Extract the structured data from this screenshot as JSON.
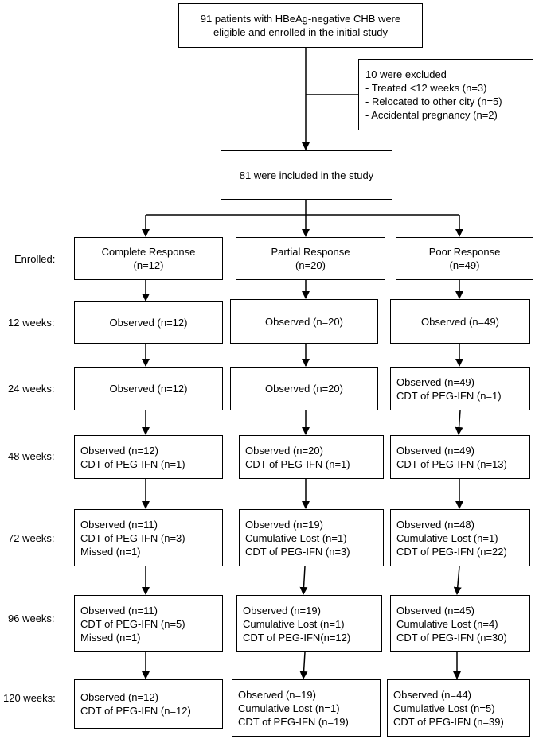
{
  "top_box": {
    "lines": [
      "91 patients with HBeAg-negative CHB were",
      "eligible and enrolled in the initial study"
    ]
  },
  "excluded_box": {
    "lines": [
      "10 were excluded",
      "- Treated <12 weeks (n=3)",
      "- Relocated to other city (n=5)",
      "- Accidental pregnancy (n=2)"
    ]
  },
  "included_box": {
    "text": "81 were included in the study"
  },
  "row_labels": [
    "Enrolled:",
    "12 weeks:",
    "24 weeks:",
    "48 weeks:",
    "72 weeks:",
    "96 weeks:",
    "120 weeks:"
  ],
  "columns": [
    {
      "enrolled": [
        "Complete Response",
        "(n=12)"
      ],
      "rows": [
        [
          "Observed (n=12)"
        ],
        [
          "Observed (n=12)"
        ],
        [
          "Observed (n=12)",
          "CDT of PEG-IFN (n=1)"
        ],
        [
          "Observed (n=11)",
          "CDT of PEG-IFN (n=3)",
          "Missed (n=1)"
        ],
        [
          "Observed (n=11)",
          "CDT of PEG-IFN (n=5)",
          "Missed (n=1)"
        ],
        [
          "Observed (n=12)",
          "CDT of PEG-IFN (n=12)"
        ]
      ]
    },
    {
      "enrolled": [
        "Partial Response",
        "(n=20)"
      ],
      "rows": [
        [
          "Observed (n=20)"
        ],
        [
          "Observed (n=20)"
        ],
        [
          "Observed (n=20)",
          "CDT of PEG-IFN (n=1)"
        ],
        [
          "Observed (n=19)",
          "Cumulative Lost (n=1)",
          "CDT of PEG-IFN (n=3)"
        ],
        [
          "Observed (n=19)",
          "Cumulative Lost (n=1)",
          "CDT of PEG-IFN(n=12)"
        ],
        [
          "Observed (n=19)",
          "Cumulative Lost (n=1)",
          "CDT of PEG-IFN (n=19)"
        ]
      ]
    },
    {
      "enrolled": [
        "Poor Response",
        "(n=49)"
      ],
      "rows": [
        [
          "Observed (n=49)"
        ],
        [
          "Observed (n=49)",
          "CDT of PEG-IFN (n=1)"
        ],
        [
          "Observed (n=49)",
          "CDT of PEG-IFN (n=13)"
        ],
        [
          "Observed (n=48)",
          "Cumulative Lost (n=1)",
          "CDT of PEG-IFN (n=22)"
        ],
        [
          "Observed (n=45)",
          "Cumulative Lost (n=4)",
          "CDT of PEG-IFN (n=30)"
        ],
        [
          "Observed (n=44)",
          "Cumulative Lost (n=5)",
          "CDT of PEG-IFN (n=39)"
        ]
      ]
    }
  ]
}
